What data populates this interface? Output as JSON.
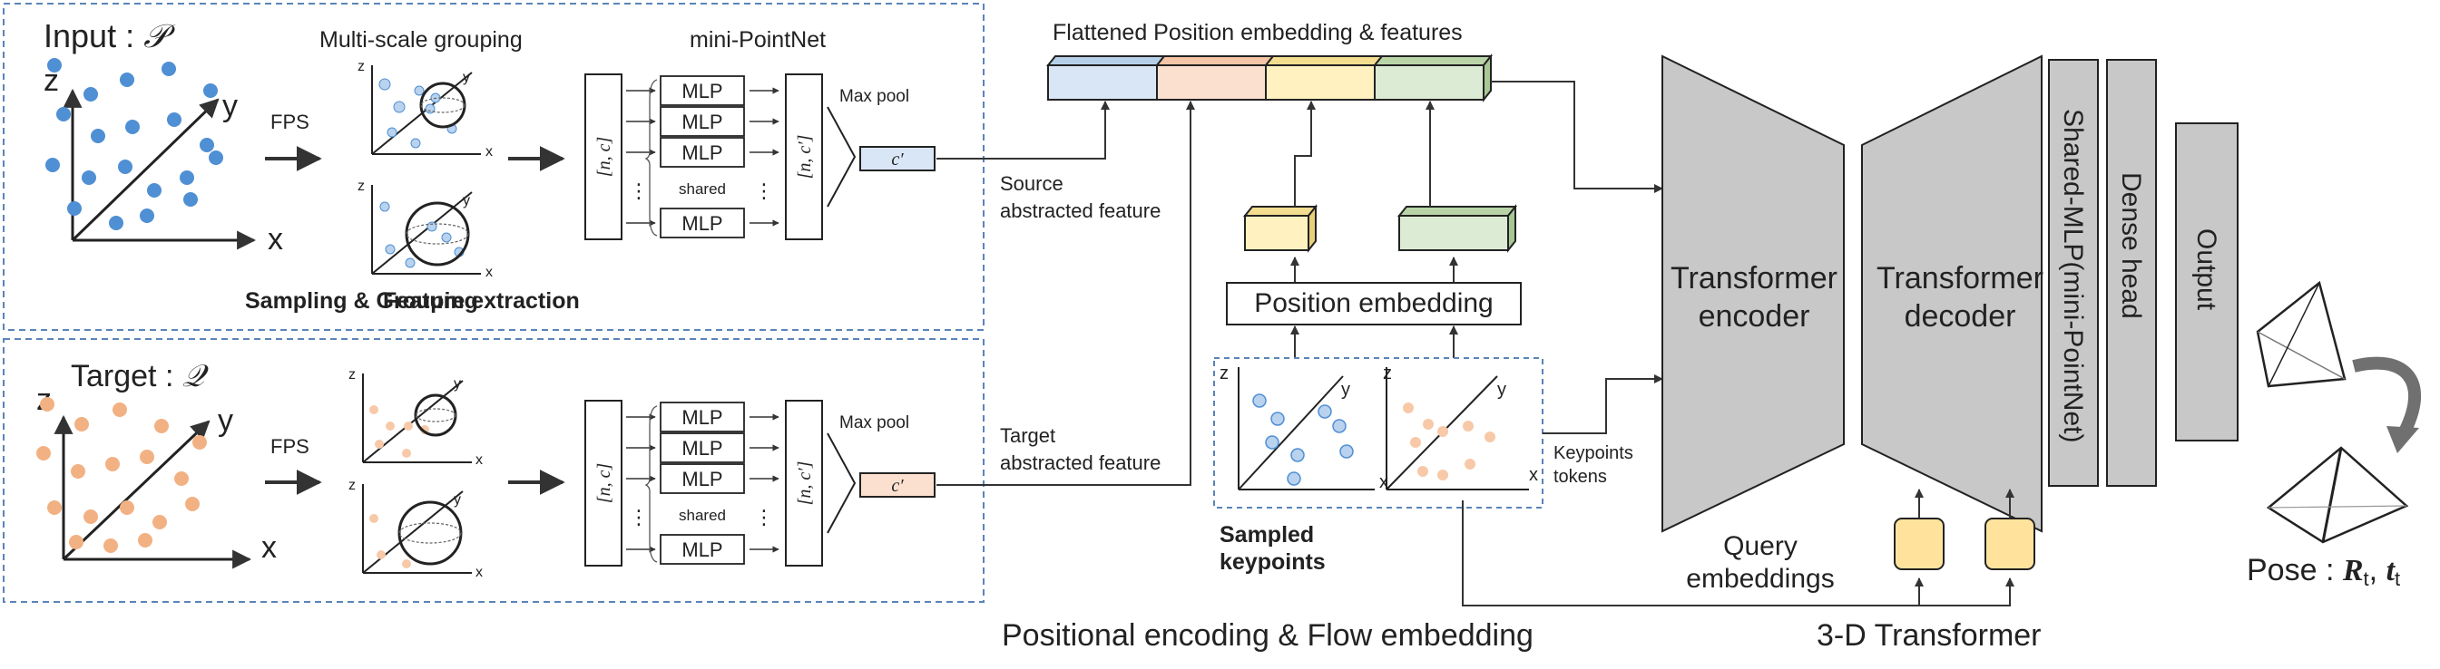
{
  "input_panel": {
    "title": "Input : ",
    "title_symbol": "𝒫",
    "group_label": "Multi-scale grouping",
    "minipointnet_label": "mini-PointNet",
    "fps_label": "FPS",
    "sampling_label": "Sampling & Grouping",
    "feature_label": "Feature extraction",
    "maxpool_label": "Max pool",
    "feature_symbol": "c′",
    "nc_label": "[n, c]",
    "ncp_label": "[n, c′]",
    "mlp_label": "MLP",
    "shared_label": "shared",
    "dots": "⋮",
    "axis_x": "x",
    "axis_y": "y",
    "axis_z": "z",
    "source_feature_label_1": "Source",
    "source_feature_label_2": "abstracted feature"
  },
  "target_panel": {
    "title": "Target : ",
    "title_symbol": "𝒬",
    "fps_label": "FPS",
    "maxpool_label": "Max pool",
    "feature_symbol": "c′",
    "nc_label": "[n, c]",
    "ncp_label": "[n, c′]",
    "mlp_label": "MLP",
    "shared_label": "shared",
    "dots": "⋮",
    "target_feature_label_1": "Target",
    "target_feature_label_2": "abstracted feature"
  },
  "embedding": {
    "flattened_label": "Flattened Position embedding & features",
    "position_embedding_label": "Position embedding",
    "sampled_label_1": "Sampled",
    "sampled_label_2": "keypoints",
    "keypoints_tokens_1": "Keypoints",
    "keypoints_tokens_2": "tokens",
    "section_label": "Positional encoding & Flow embedding"
  },
  "transformer": {
    "encoder_1": "Transformer",
    "encoder_2": "encoder",
    "decoder_1": "Transformer",
    "decoder_2": "decoder",
    "query_1": "Query",
    "query_2": "embeddings",
    "shared_mlp": "Shared-MLP(mini-PointNet)",
    "dense_head": "Dense head",
    "output": "Output",
    "section_label": "3-D Transformer"
  },
  "pose": {
    "label": "Pose : ",
    "r_symbol": "R",
    "t_symbol": "t",
    "subscript": "t"
  },
  "colors": {
    "blue_point": "#4f8fd4",
    "orange_point": "#f2b183",
    "blue_box": "#d9e6f5",
    "orange_box": "#fbe0cf",
    "yellow_box": "#fff2c0",
    "green_box": "#dcebd3",
    "gray_block": "#c8c8c8",
    "query_box": "#ffe39c",
    "dashed_border": "#5a84b8"
  }
}
